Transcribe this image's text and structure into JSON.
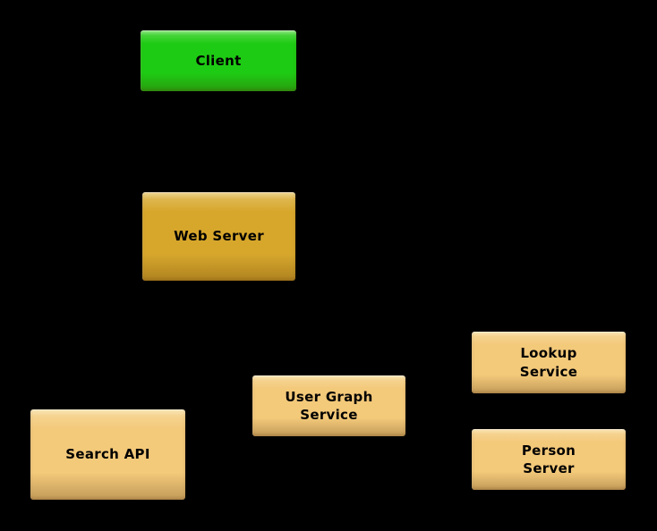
{
  "page": {
    "background": "#000000"
  },
  "diagram": {
    "type": "architecture-diagram",
    "colors": {
      "client_fill": "#1ecb14",
      "web_server_fill": "#d7a72c",
      "service_fill": "#f3c97a",
      "node_text": "#000000",
      "background": "#000000"
    },
    "nodes": [
      {
        "id": "client",
        "label": "Client",
        "fill": "#1ecb14",
        "text_color": "#000000"
      },
      {
        "id": "web-server",
        "label": "Web Server",
        "fill": "#d7a72c",
        "text_color": "#000000"
      },
      {
        "id": "lookup-service",
        "label": "Lookup\nService",
        "fill": "#f3c97a",
        "text_color": "#000000"
      },
      {
        "id": "user-graph-service",
        "label": "User Graph\nService",
        "fill": "#f3c97a",
        "text_color": "#000000"
      },
      {
        "id": "person-server",
        "label": "Person\nServer",
        "fill": "#f3c97a",
        "text_color": "#000000"
      },
      {
        "id": "search-api",
        "label": "Search API",
        "fill": "#f3c97a",
        "text_color": "#000000"
      }
    ]
  }
}
